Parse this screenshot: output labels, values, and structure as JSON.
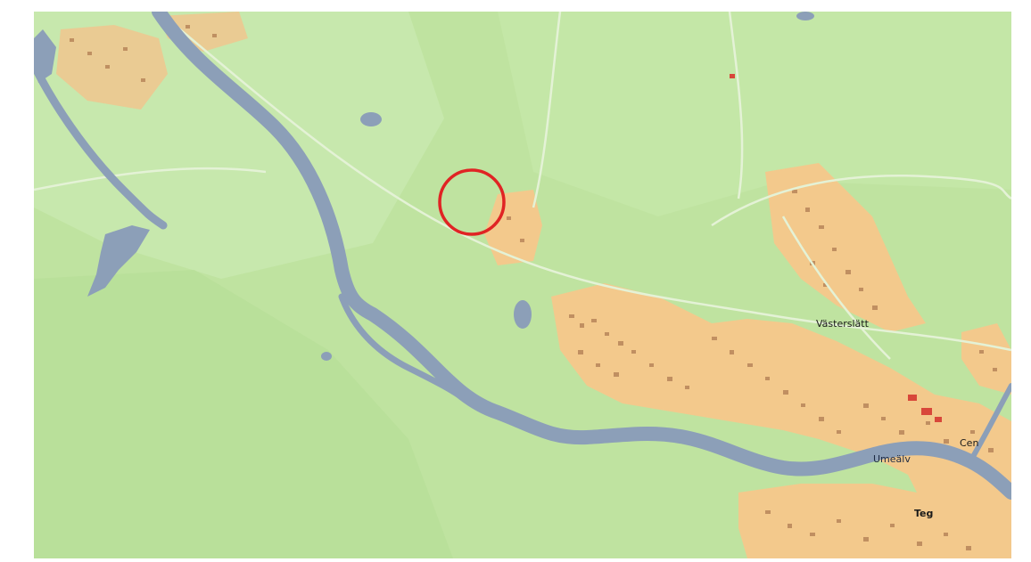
{
  "map": {
    "labels": {
      "vasterslatt": "Västerslätt",
      "umealven": "Umeälv",
      "teg": "Teg",
      "centrum": "Cen"
    },
    "colors": {
      "land": "#bfe3a0",
      "land_light": "#d3eebb",
      "water": "#8c9fb8",
      "urban_fill": "#f3c98c",
      "buildings": "#b8865a",
      "marker": "#e02424"
    },
    "marker": {
      "shape": "circle",
      "label": ""
    }
  }
}
